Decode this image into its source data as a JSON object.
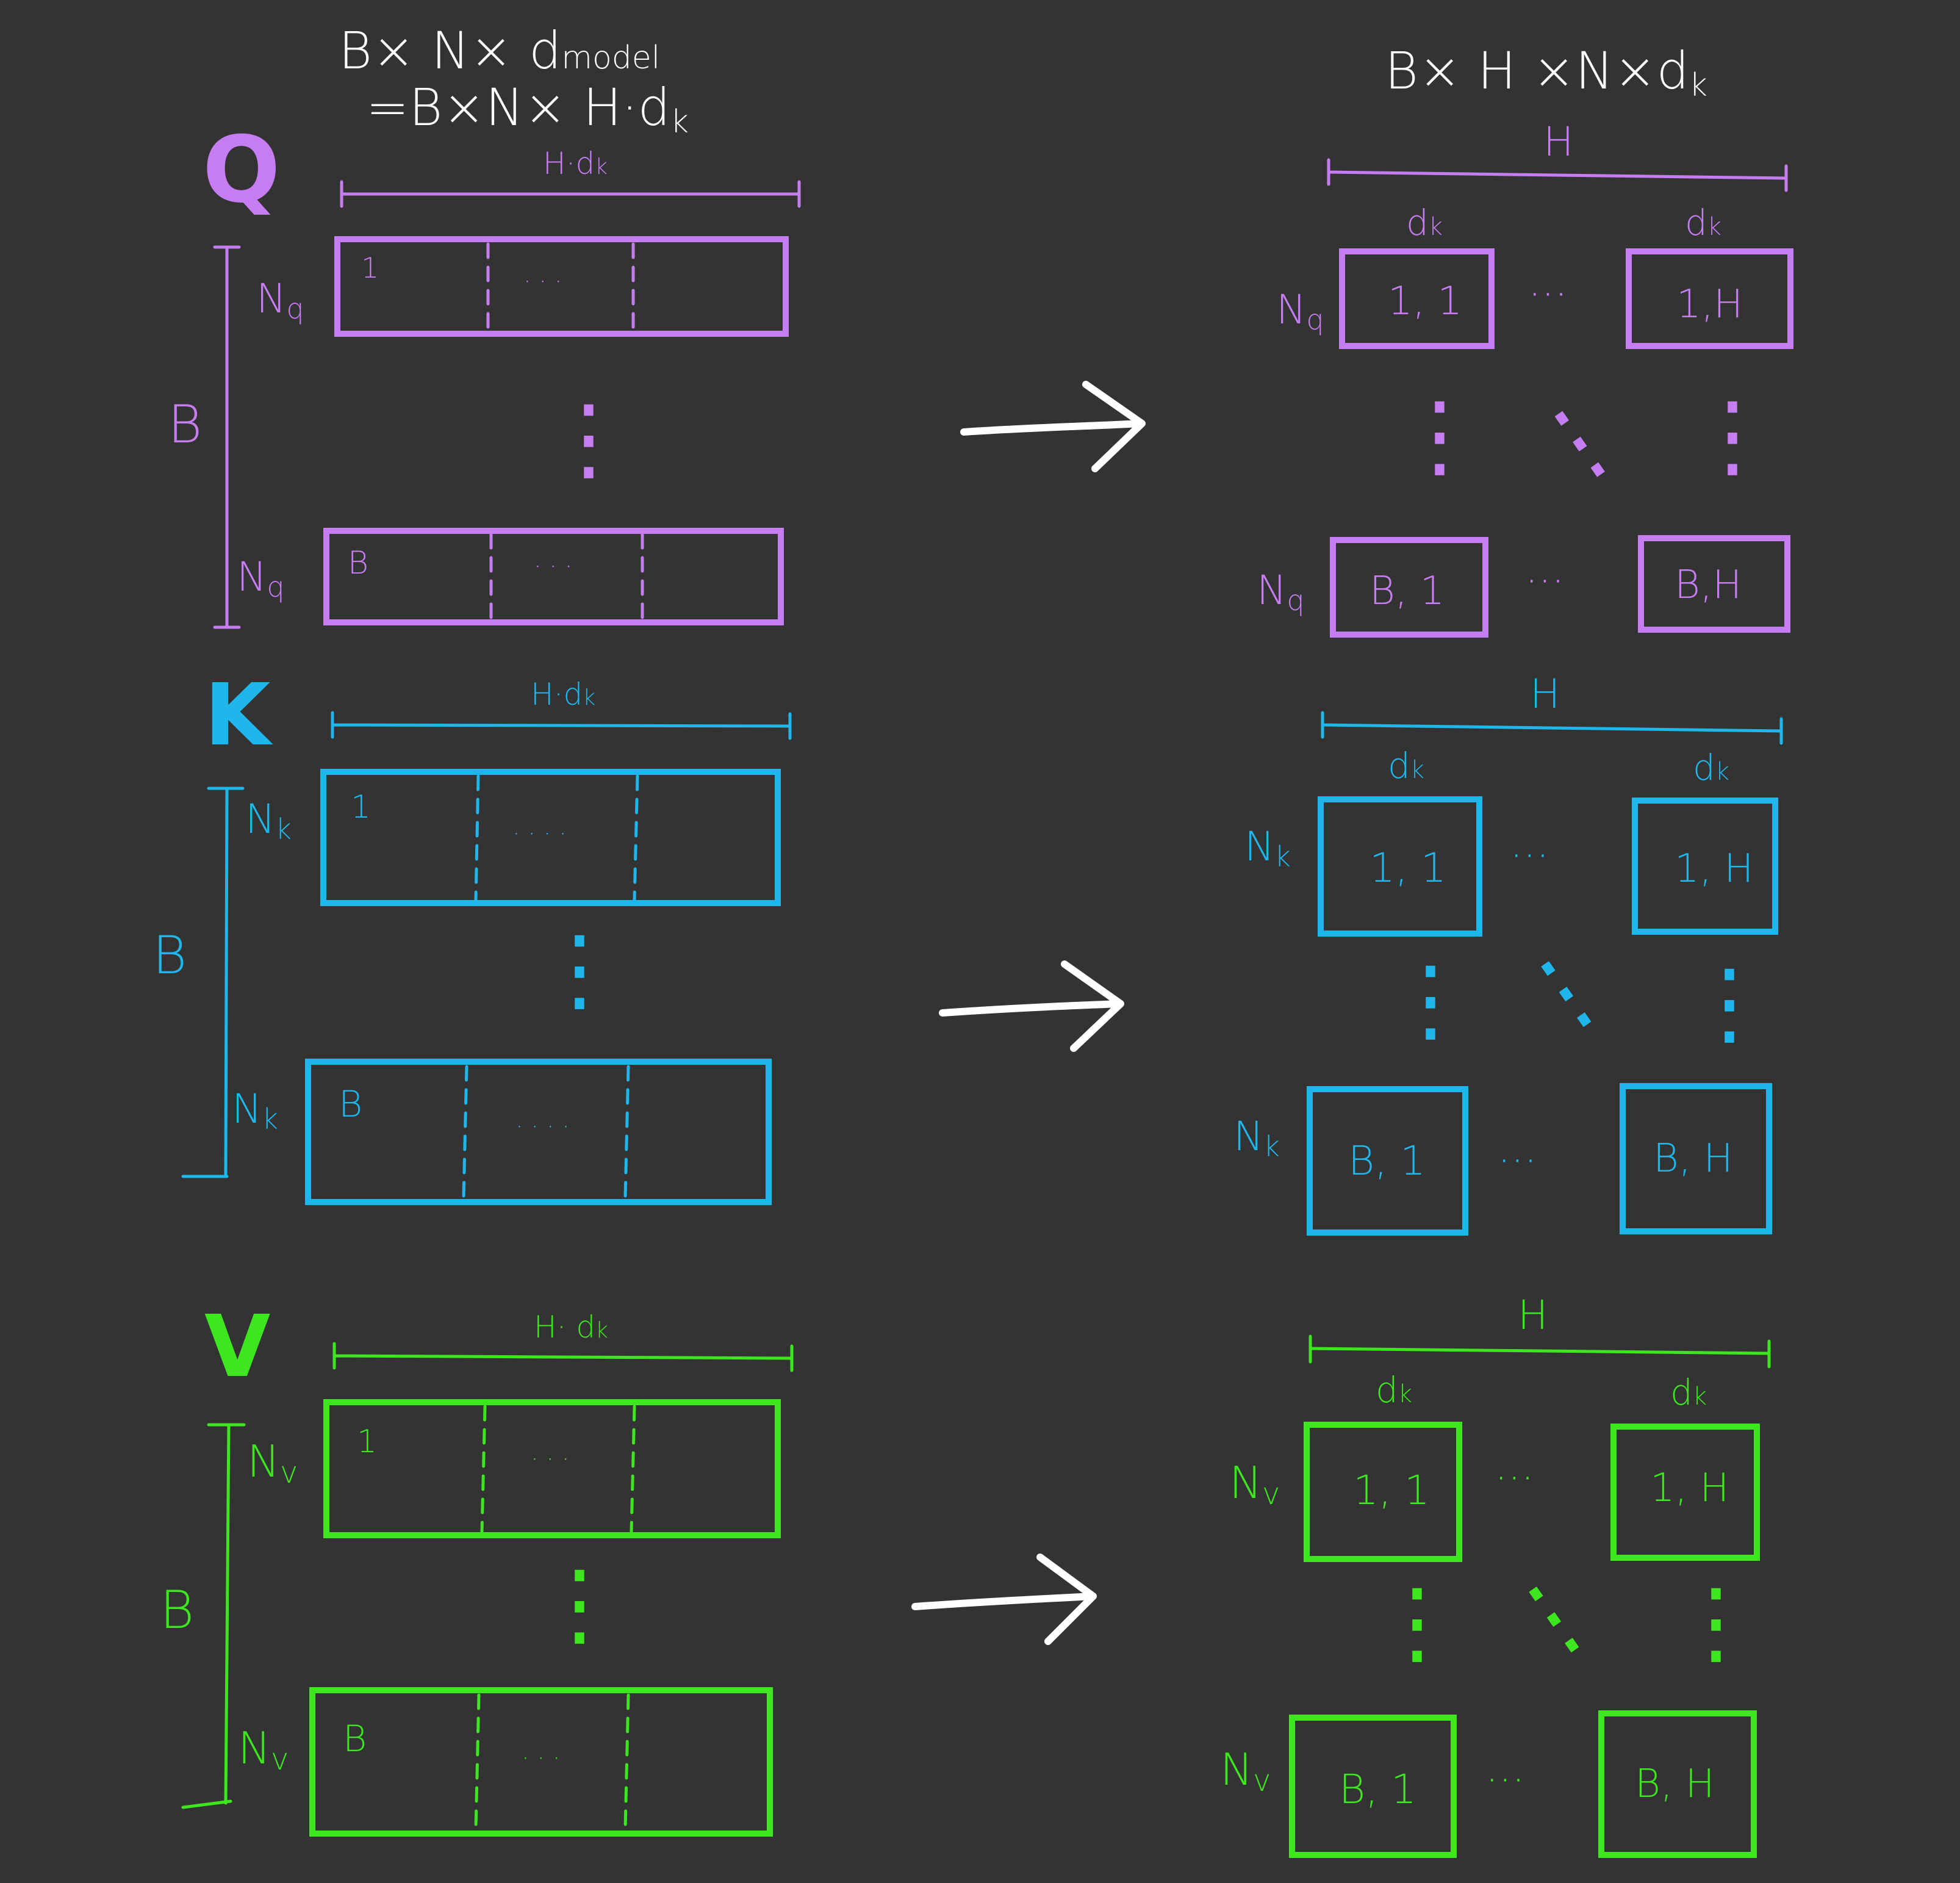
{
  "header": {
    "left_line1": "B× N× d",
    "left_line1_sub": "model",
    "left_line2": "=B×N× H·d",
    "left_line2_sub": "k",
    "right": "B× H ×N×d",
    "right_sub": "k"
  },
  "colors": {
    "background": "#333333",
    "q": "#c77df2",
    "k": "#1fb7eb",
    "v": "#3de61f",
    "arrow": "#ffffff",
    "header": "#ffffff"
  },
  "tensors": [
    {
      "id": "q",
      "letter": "Q",
      "width_label": "H·d",
      "width_label_sub": "k",
      "batch_label": "B",
      "row_label": "N",
      "row_label_sub": "q",
      "first_row_index": "1",
      "last_row_index": "B",
      "segment_ellipsis": "· · ·",
      "vertical_ellipsis": "⋮",
      "heads_label": "H",
      "head_dim_label": "d",
      "head_dim_label_sub": "k",
      "cell_top_left": "1, 1",
      "cell_top_right": "1,H",
      "cell_bottom_left": "B, 1",
      "cell_bottom_right": "B,H",
      "horizontal_ellipsis": "···"
    },
    {
      "id": "k",
      "letter": "K",
      "width_label": "H·d",
      "width_label_sub": "k",
      "batch_label": "B",
      "row_label": "N",
      "row_label_sub": "k",
      "first_row_index": "1",
      "last_row_index": "B",
      "segment_ellipsis": "· · · ·",
      "vertical_ellipsis": "⋮",
      "heads_label": "H",
      "head_dim_label": "d",
      "head_dim_label_sub": "k",
      "cell_top_left": "1, 1",
      "cell_top_right": "1, H",
      "cell_bottom_left": "B, 1",
      "cell_bottom_right": "B, H",
      "horizontal_ellipsis": "···"
    },
    {
      "id": "v",
      "letter": "V",
      "width_label": "H· d",
      "width_label_sub": "k",
      "batch_label": "B",
      "row_label": "N",
      "row_label_sub": "v",
      "first_row_index": "1",
      "last_row_index": "B",
      "segment_ellipsis": "· · ·",
      "vertical_ellipsis": "⋮",
      "heads_label": "H",
      "head_dim_label": "d",
      "head_dim_label_sub": "k",
      "cell_top_left": "1, 1",
      "cell_top_right": "1, H",
      "cell_bottom_left": "B, 1",
      "cell_bottom_right": "B, H",
      "horizontal_ellipsis": "···"
    }
  ]
}
